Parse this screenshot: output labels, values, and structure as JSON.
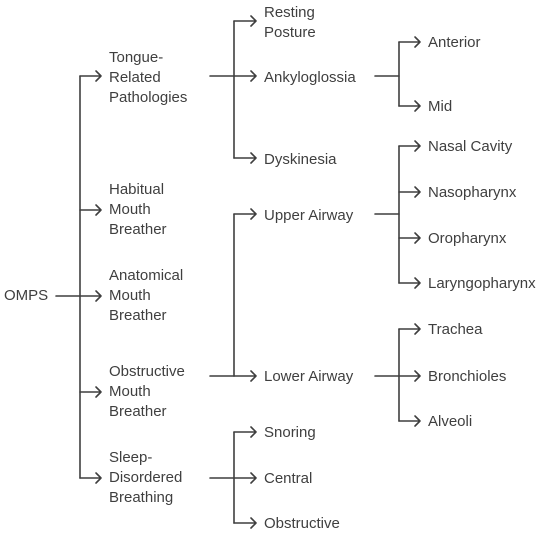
{
  "root": {
    "label": "OMPS",
    "children": [
      {
        "label": [
          "Tongue-",
          "Related",
          "Pathologies"
        ],
        "children": [
          {
            "label": [
              "Resting",
              "Posture"
            ]
          },
          {
            "label": [
              "Ankyloglossia"
            ],
            "children": [
              {
                "label": [
                  "Anterior"
                ]
              },
              {
                "label": [
                  "Mid"
                ]
              }
            ]
          },
          {
            "label": [
              "Dyskinesia"
            ]
          }
        ]
      },
      {
        "label": [
          "Habitual",
          "Mouth",
          "Breather"
        ]
      },
      {
        "label": [
          "Anatomical",
          "Mouth",
          "Breather"
        ]
      },
      {
        "label": [
          "Obstructive",
          "Mouth",
          "Breather"
        ],
        "children": [
          {
            "label": [
              "Upper Airway"
            ],
            "children": [
              {
                "label": [
                  "Nasal Cavity"
                ]
              },
              {
                "label": [
                  "Nasopharynx"
                ]
              },
              {
                "label": [
                  "Oropharynx"
                ]
              },
              {
                "label": [
                  "Laryngopharynx"
                ]
              }
            ]
          },
          {
            "label": [
              "Lower Airway"
            ],
            "children": [
              {
                "label": [
                  "Trachea"
                ]
              },
              {
                "label": [
                  "Bronchioles"
                ]
              },
              {
                "label": [
                  "Alveoli"
                ]
              }
            ]
          }
        ]
      },
      {
        "label": [
          "Sleep-",
          "Disordered",
          "Breathing"
        ],
        "children": [
          {
            "label": [
              "Snoring"
            ]
          },
          {
            "label": [
              "Central"
            ]
          },
          {
            "label": [
              "Obstructive"
            ]
          }
        ]
      }
    ]
  },
  "colors": {
    "line": "#3f3f3f",
    "text": "#3f3f3f",
    "background": "#ffffff"
  }
}
